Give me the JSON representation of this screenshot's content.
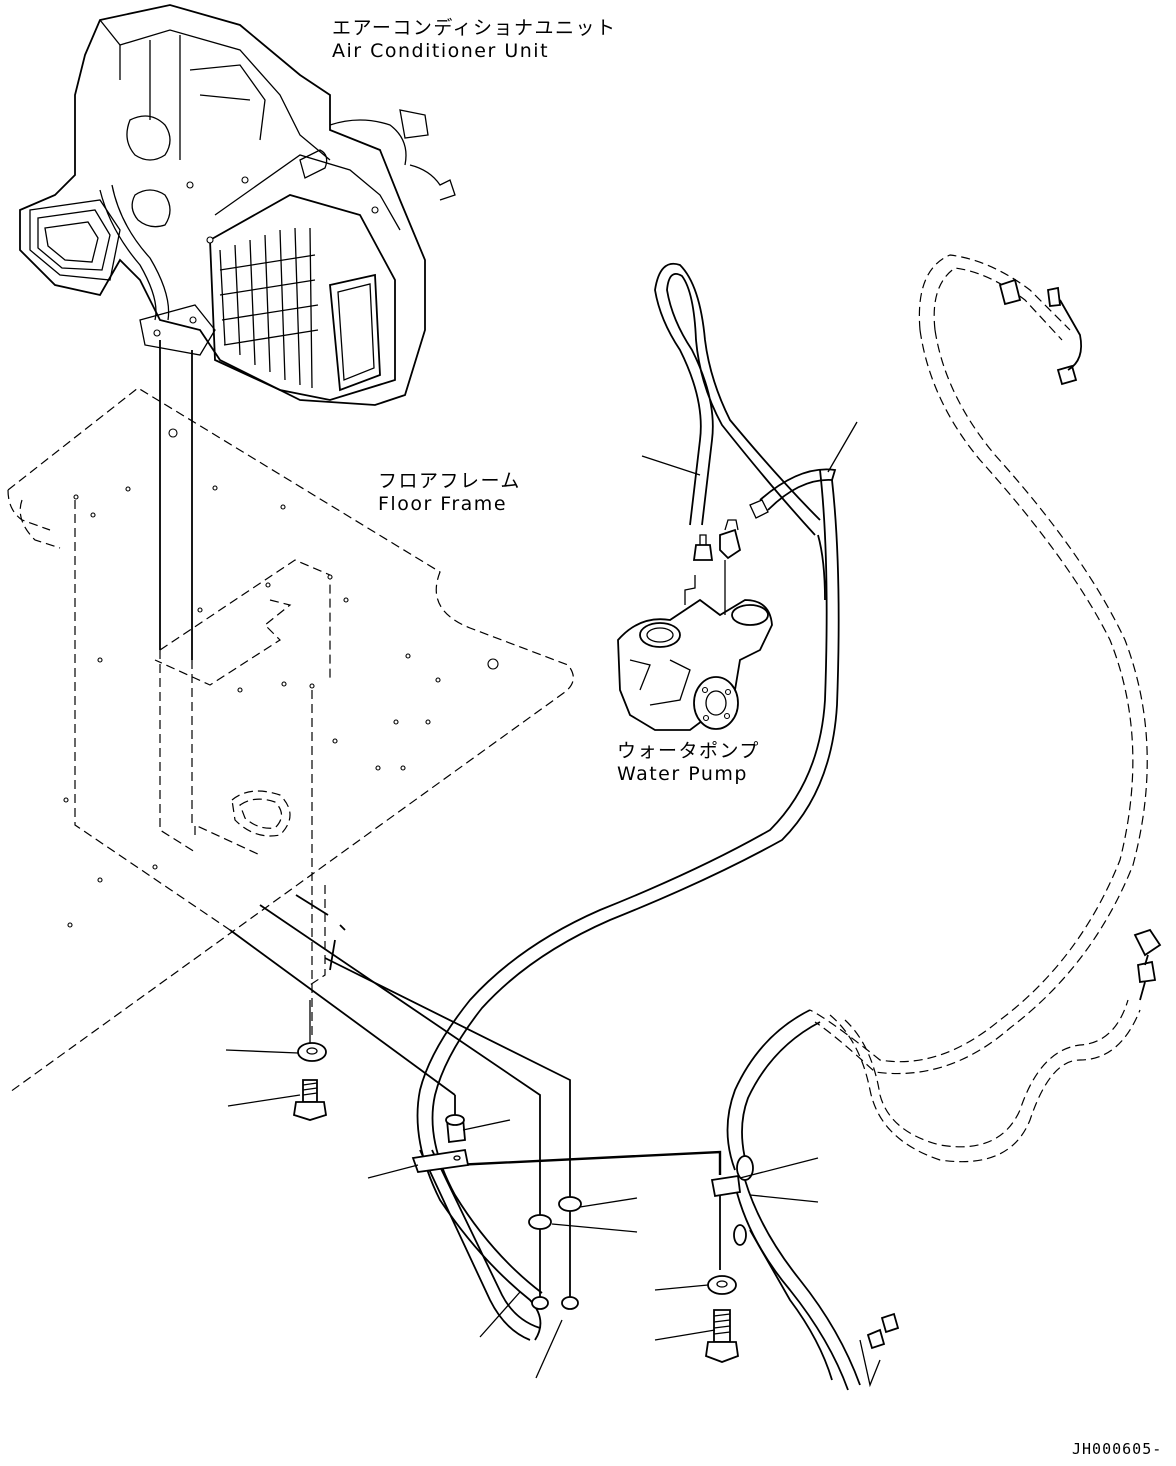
{
  "labels": {
    "air_conditioner_jp": "エアーコンディショナユニット",
    "air_conditioner_en": "Air Conditioner Unit",
    "floor_frame_jp": "フロアフレーム",
    "floor_frame_en": "Floor Frame",
    "water_pump_jp": "ウォータポンプ",
    "water_pump_en": "Water Pump"
  },
  "drawing_code": "JH000605-"
}
